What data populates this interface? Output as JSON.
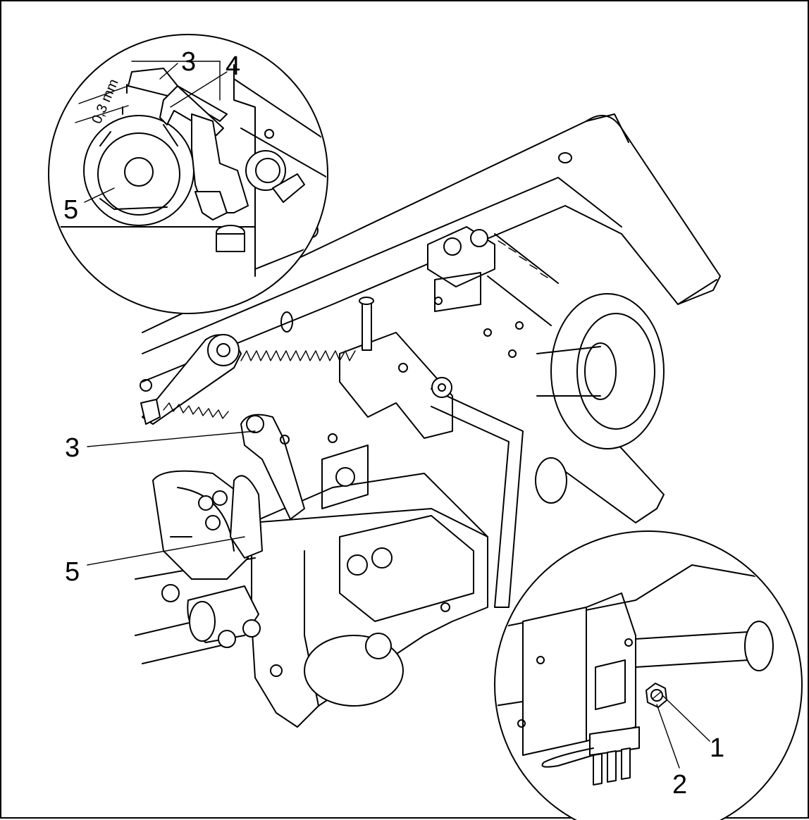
{
  "callouts": {
    "main_3": "3",
    "main_5": "5",
    "top_3": "3",
    "top_4": "4",
    "top_5": "5",
    "br_1": "1",
    "br_2": "2"
  },
  "dimension": "0,3 mm",
  "colors": {
    "line": "#000000",
    "background": "#ffffff"
  }
}
